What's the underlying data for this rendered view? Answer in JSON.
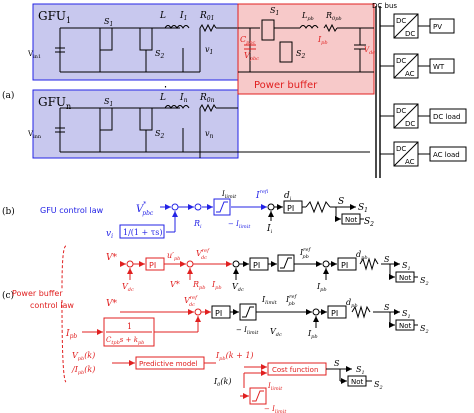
{
  "panel_a": {
    "label": "(a)",
    "gfu1": {
      "title": "GFU",
      "sub": "1",
      "vin": "V",
      "vin_sub": "in1",
      "s1": "S",
      "s1_sub": "1",
      "s2": "S",
      "s2_sub": "2",
      "L": "L",
      "I": "I",
      "I_sub": "1",
      "R": "R",
      "R_sub": "01",
      "v": "v",
      "v_sub": "1"
    },
    "gfun": {
      "title": "GFU",
      "sub": "n",
      "vin": "V",
      "vin_sub": "inn",
      "s1": "S",
      "s1_sub": "1",
      "s2": "S",
      "s2_sub": "2",
      "L": "L",
      "I": "I",
      "I_sub": "n",
      "R": "R",
      "R_sub": "0n",
      "v": "v",
      "v_sub": "n"
    },
    "ellipsis": "⋮",
    "buffer": {
      "title": "Power buffer",
      "s1": "S",
      "s1_sub": "1",
      "s2": "S",
      "s2_sub": "2",
      "L": "L",
      "L_sub": "pb",
      "R": "R",
      "R_sub": "0pb",
      "I": "I",
      "I_sub": "pb",
      "C": "C",
      "C_sub": "pbc",
      "V": "V",
      "V_sub": "pbc",
      "vdc": "V",
      "vdc_sub": "dc"
    },
    "dc_bus": "DC bus",
    "converters": [
      {
        "top": "DC",
        "bottom": "DC",
        "load": "PV"
      },
      {
        "top": "DC",
        "bottom": "AC",
        "load": "WT"
      },
      {
        "top": "DC",
        "bottom": "DC",
        "load": "DC load"
      },
      {
        "top": "DC",
        "bottom": "AC",
        "load": "AC load"
      }
    ]
  },
  "panel_b": {
    "label": "(b)",
    "title": "GFU control law",
    "vref": "V",
    "vref_sub": "pbc",
    "vref_sup": "*",
    "vi": "v",
    "vi_sub": "i",
    "filter": "1/(1 + τs)",
    "ri": "R",
    "ri_sub": "i",
    "ilimit": "I",
    "ilimit_sub": "limit",
    "neg_ilimit": "− I",
    "neg_ilimit_sub": "limit",
    "iref": "I",
    "iref_sub": "i",
    "iref_sup": "ref",
    "pi": "PI",
    "d": "d",
    "d_sub": "i",
    "ii": "I",
    "ii_sub": "i",
    "s": "S",
    "s1": "S",
    "s1_sub": "1",
    "not": "Not",
    "s2": "S",
    "s2_sub": "2"
  },
  "panel_c": {
    "label": "(c)",
    "title_line1": "Power buffer",
    "title_line2": "control law",
    "row1": {
      "vstar": "V*",
      "vdc": "V",
      "vdc_sub": "dc",
      "pi1": "PI",
      "upb": "u′",
      "upb_sub": "pb",
      "vdcref": "V",
      "vdcref_sub": "dc",
      "vdcref_sup": "ref",
      "vstar2": "V*",
      "rpb": "R",
      "rpb_sub": "pb",
      "ipb": "I",
      "ipb_sub": "pb",
      "vdc2": "V",
      "vdc2_sub": "dc",
      "pi2": "PI",
      "ipbref": "I",
      "ipbref_sub": "pb",
      "ipbref_sup": "ref",
      "pi3": "PI",
      "dpb": "d",
      "dpb_sub": "pb",
      "ipb2": "I",
      "ipb2_sub": "pb",
      "s": "S",
      "s1": "S",
      "s1_sub": "1",
      "not": "Not",
      "s2": "S",
      "s2_sub": "2"
    },
    "row2": {
      "vstar": "V*",
      "vdcref": "V",
      "vdcref_sub": "dc",
      "vdcref_sup": "ref",
      "ipb": "I",
      "ipb_sub": "pb",
      "gain_num": "1",
      "gain_den": "C",
      "gain_den_sub": "tpb",
      "gain_den_rest": "s + k",
      "gain_den_rest_sub": "pb",
      "pi": "PI",
      "ilimit": "I",
      "ilimit_sub": "limit",
      "neg_ilimit": "− I",
      "neg_ilimit_sub": "limit",
      "vdc": "V",
      "vdc_sub": "dc",
      "ipbref": "I",
      "ipbref_sub": "pb",
      "ipbref_sup": "ref",
      "pi2": "PI",
      "dpb": "d",
      "dpb_sub": "pb",
      "ipb2": "I",
      "ipb2_sub": "pb",
      "s": "S",
      "s1": "S",
      "s1_sub": "1",
      "not": "Not",
      "s2": "S",
      "s2_sub": "2"
    },
    "row3": {
      "vpb": "V",
      "vpb_sub": "pb",
      "vpb_arg": "(k)",
      "ipb": "/I",
      "ipb_sub": "pb",
      "ipb_arg": "(k)",
      "pred": "Predictive model",
      "ipbk1": "I",
      "ipbk1_sub": "pb",
      "ipbk1_arg": "(k + 1)",
      "cost": "Cost function",
      "i0": "I",
      "i0_sub": "0",
      "i0_arg": "(k)",
      "ilimit": "I",
      "ilimit_sub": "limit",
      "neg_ilimit": "− I",
      "neg_ilimit_sub": "limit",
      "s": "S",
      "s1": "S",
      "s1_sub": "1",
      "not": "Not",
      "s2": "S",
      "s2_sub": "2"
    }
  },
  "colors": {
    "blue": "#2323e6",
    "red": "#e02020",
    "black": "#000000",
    "gfu_fill": "#c8c8ee",
    "buffer_fill": "#f7c9c9"
  }
}
